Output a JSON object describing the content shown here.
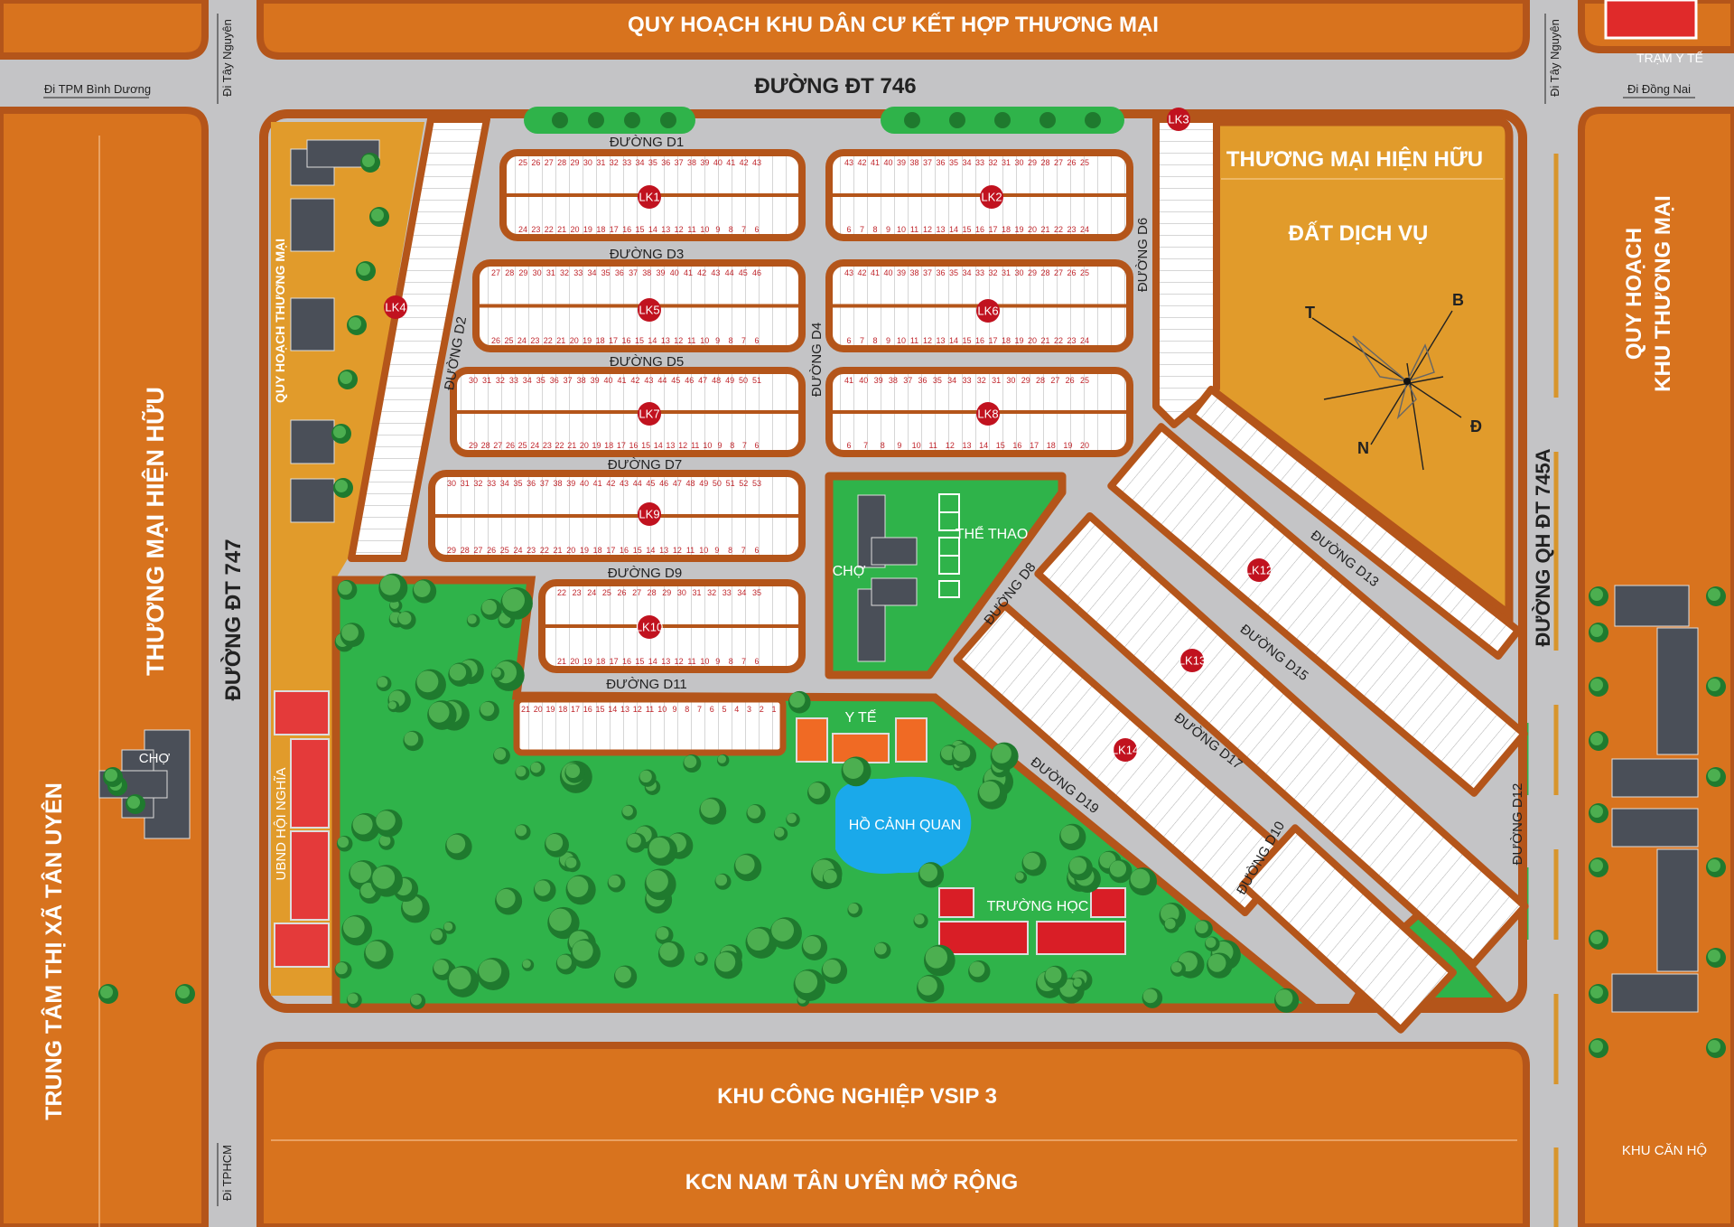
{
  "colors": {
    "road": "#c4c4c6",
    "orange": "#d8731e",
    "border": "#b4551a",
    "commercial": "#e19b2b",
    "park": "#2fb34a",
    "lake": "#1aa9ea",
    "lk_badge": "#c1121f",
    "lot_number": "#c0262c"
  },
  "zones": {
    "top": "QUY HOẠCH KHU DÂN CƯ KẾT HỢP THƯƠNG MẠI",
    "left_inner": "THƯƠNG MẠI HIỆN HỮU",
    "left_outer": "TRUNG TÂM THỊ XÃ TÂN UYÊN",
    "right_line1": "QUY HOẠCH",
    "right_line2": "KHU THƯƠNG MẠI",
    "bottom_1": "KHU CÔNG NGHIỆP VSIP 3",
    "bottom_2": "KCN NAM TÂN UYÊN MỞ RỘNG",
    "commercial_existing": "THƯƠNG MẠI HIỆN HỮU",
    "service_land": "ĐẤT DỊCH VỤ",
    "commercial_plan_strip": "QUY HOẠCH THƯƠNG MẠI"
  },
  "facilities": {
    "health_station": "TRẠM Y TẾ",
    "market_left": "CHỢ",
    "market": "CHỢ",
    "sports": "THỂ THAO",
    "health": "Y TẾ",
    "lake": "HỒ CẢNH QUAN",
    "school": "TRƯỜNG HỌC",
    "apartments": "KHU CĂN HỘ",
    "people_committee": "UBND HỘI NGHĨA"
  },
  "directions": {
    "to_binh_duong": "Đi TPM Bình Dương",
    "to_tay_nguyen_left": "Đi Tây Nguyên",
    "to_tay_nguyen_right": "Đi Tây Nguyên",
    "to_dong_nai": "Đi Đồng Nai",
    "to_hcm": "Đi TPHCM"
  },
  "roads": {
    "dt746": "ĐƯỜNG ĐT 746",
    "dt747": "ĐƯỜNG ĐT 747",
    "dt745a": "ĐƯỜNG QH ĐT 745A",
    "d1": "ĐƯỜNG D1",
    "d2": "ĐƯỜNG D2",
    "d3": "ĐƯỜNG D3",
    "d4": "ĐƯỜNG D4",
    "d5": "ĐƯỜNG D5",
    "d6": "ĐƯỜNG D6",
    "d7": "ĐƯỜNG D7",
    "d8": "ĐƯỜNG D8",
    "d9": "ĐƯỜNG D9",
    "d10": "ĐƯỜNG D10",
    "d11": "ĐƯỜNG D11",
    "d12": "ĐƯỜNG D12",
    "d13": "ĐƯỜNG D13",
    "d15": "ĐƯỜNG D15",
    "d17": "ĐƯỜNG D17",
    "d19": "ĐƯỜNG D19"
  },
  "compass": {
    "north": "B",
    "south": "N",
    "east": "Đ",
    "west": "T"
  },
  "blocks": [
    {
      "id": "LK1",
      "top": [
        25,
        43
      ],
      "bottom": [
        24,
        6
      ]
    },
    {
      "id": "LK2",
      "top": [
        43,
        25
      ],
      "bottom": [
        6,
        24
      ]
    },
    {
      "id": "LK3"
    },
    {
      "id": "LK4"
    },
    {
      "id": "LK5",
      "top": [
        27,
        46
      ],
      "bottom": [
        26,
        6
      ]
    },
    {
      "id": "LK6",
      "top": [
        43,
        25
      ],
      "bottom": [
        6,
        24
      ]
    },
    {
      "id": "LK7",
      "top": [
        30,
        51
      ],
      "bottom": [
        29,
        6
      ]
    },
    {
      "id": "LK8",
      "top": [
        41,
        25
      ],
      "bottom": [
        6,
        20
      ]
    },
    {
      "id": "LK9",
      "top": [
        30,
        53
      ],
      "bottom": [
        29,
        6
      ]
    },
    {
      "id": "LK10",
      "top": [
        22,
        35
      ],
      "bottom": [
        21,
        6
      ]
    },
    {
      "id": "LK12"
    },
    {
      "id": "LK13"
    },
    {
      "id": "LK14"
    }
  ],
  "row_d11": [
    21,
    1
  ]
}
